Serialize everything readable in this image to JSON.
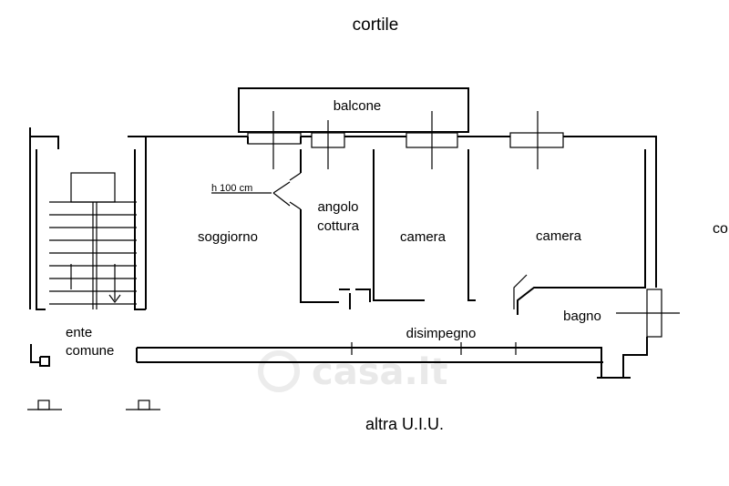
{
  "labels": {
    "courtyard_top": "cortile",
    "courtyard_right": "co",
    "balcony": "balcone",
    "height_note": "h 100 cm",
    "kitchen_line1": "angolo",
    "kitchen_line2": "cottura",
    "living": "soggiorno",
    "bedroom_1": "camera",
    "bedroom_2": "camera",
    "bathroom": "bagno",
    "hallway": "disimpegno",
    "common_line1": "ente",
    "common_line2": "comune",
    "other_unit": "altra U.I.U."
  },
  "watermark": {
    "brand": "casa.it"
  },
  "colors": {
    "ink": "#000000",
    "background": "#ffffff",
    "watermark": "#e9e9e9"
  }
}
